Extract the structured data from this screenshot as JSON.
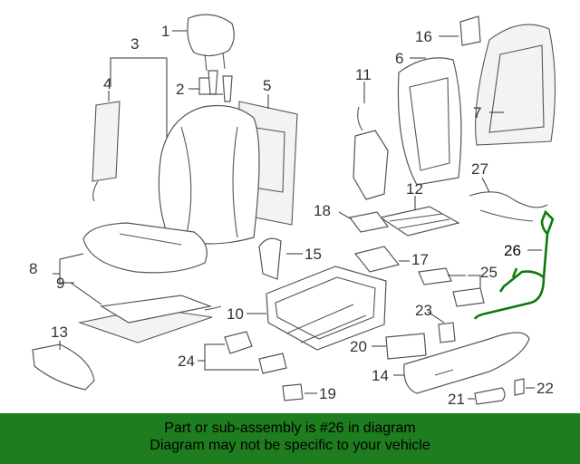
{
  "callouts": {
    "c1": "1",
    "c2": "2",
    "c3": "3",
    "c4": "4",
    "c5": "5",
    "c6": "6",
    "c7": "7",
    "c8": "8",
    "c9": "9",
    "c10": "10",
    "c11": "11",
    "c12": "12",
    "c13": "13",
    "c14": "14",
    "c15": "15",
    "c16": "16",
    "c17": "17",
    "c18": "18",
    "c19": "19",
    "c20": "20",
    "c21": "21",
    "c22": "22",
    "c23": "23",
    "c24": "24",
    "c25": "25",
    "c26": "26",
    "c27": "27"
  },
  "highlighted_part": "26",
  "colors": {
    "banner": "#1e7d1e",
    "highlight": "#0b7a0b"
  },
  "footer": {
    "line1": "Part or sub-assembly is #26 in diagram",
    "line2": "Diagram may not be specific to your vehicle"
  }
}
